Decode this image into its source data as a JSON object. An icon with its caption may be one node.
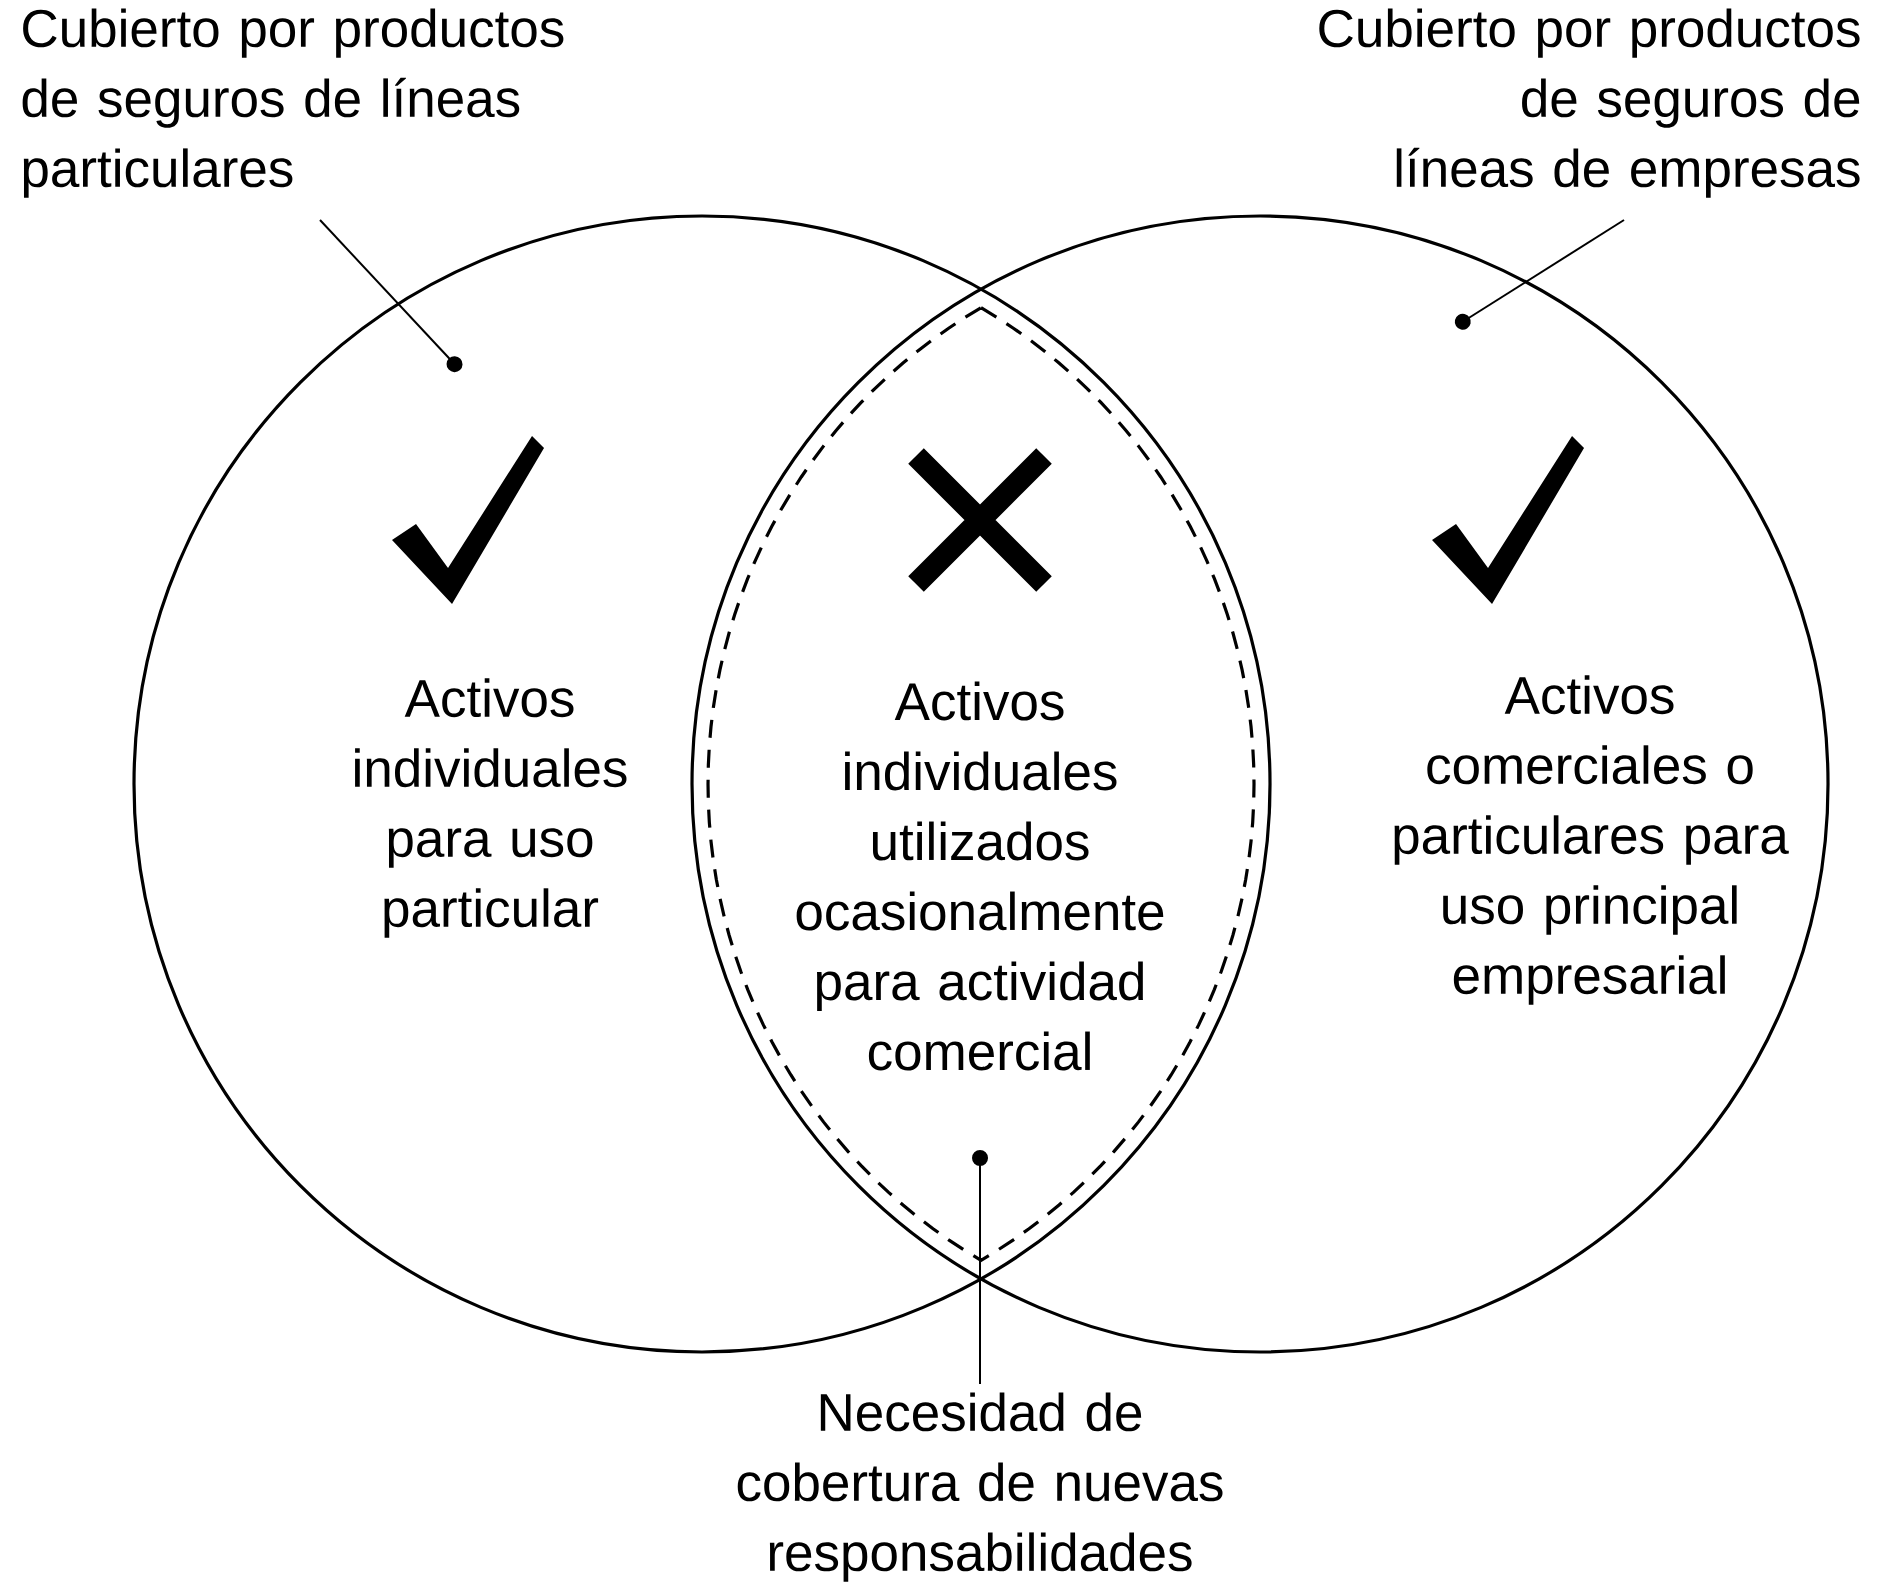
{
  "diagram": {
    "nodes": [
      {
        "text": [
          "Cubierto por productos de seguros de líneas particulares"
        ]
      },
      {
        "text": [
          "Cubierto por productos de seguros de líneas de empresas"
        ]
      },
      {
        "text": [
          "Activos individuales para uso particular"
        ]
      },
      {
        "text": [
          "Activos individuales utilizados ocasionalmente para actividad comercial"
        ]
      },
      {
        "text": [
          "Activos comerciales o particulares para uso principal empresarial"
        ]
      },
      {
        "text": [
          "Necesidad de cobertura de nuevas responsabilidades"
        ]
      }
    ],
    "edges": [
      {
        "from": 0,
        "to": 2,
        "arrow": "other"
      },
      {
        "from": 1,
        "to": 4,
        "arrow": "other"
      },
      {
        "from": 5,
        "to": 3,
        "arrow": "other"
      }
    ]
  }
}
